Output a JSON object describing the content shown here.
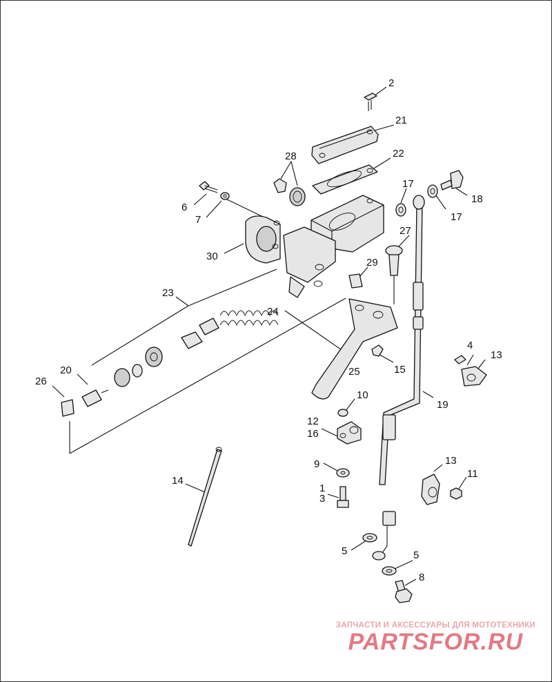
{
  "diagram": {
    "callouts": [
      {
        "id": "c-2",
        "label": "2"
      },
      {
        "id": "c-21",
        "label": "21"
      },
      {
        "id": "c-28",
        "label": "28"
      },
      {
        "id": "c-22",
        "label": "22"
      },
      {
        "id": "c-17a",
        "label": "17"
      },
      {
        "id": "c-18",
        "label": "18"
      },
      {
        "id": "c-17b",
        "label": "17"
      },
      {
        "id": "c-6",
        "label": "6"
      },
      {
        "id": "c-7",
        "label": "7"
      },
      {
        "id": "c-27",
        "label": "27"
      },
      {
        "id": "c-30",
        "label": "30"
      },
      {
        "id": "c-29",
        "label": "29"
      },
      {
        "id": "c-23",
        "label": "23"
      },
      {
        "id": "c-24",
        "label": "24"
      },
      {
        "id": "c-4",
        "label": "4"
      },
      {
        "id": "c-13a",
        "label": "13"
      },
      {
        "id": "c-25",
        "label": "25"
      },
      {
        "id": "c-15",
        "label": "15"
      },
      {
        "id": "c-20",
        "label": "20"
      },
      {
        "id": "c-26",
        "label": "26"
      },
      {
        "id": "c-10",
        "label": "10"
      },
      {
        "id": "c-19",
        "label": "19"
      },
      {
        "id": "c-12",
        "label": "12"
      },
      {
        "id": "c-16",
        "label": "16"
      },
      {
        "id": "c-9",
        "label": "9"
      },
      {
        "id": "c-13b",
        "label": "13"
      },
      {
        "id": "c-11",
        "label": "11"
      },
      {
        "id": "c-14",
        "label": "14"
      },
      {
        "id": "c-1",
        "label": "1"
      },
      {
        "id": "c-3",
        "label": "3"
      },
      {
        "id": "c-5a",
        "label": "5"
      },
      {
        "id": "c-5b",
        "label": "5"
      },
      {
        "id": "c-8",
        "label": "8"
      }
    ]
  },
  "watermark": {
    "tagline": "ЗАПЧАСТИ И АКСЕССУАРЫ ДЛЯ МОТОТЕХНИКИ",
    "logo": "PARTSFOR.RU"
  }
}
